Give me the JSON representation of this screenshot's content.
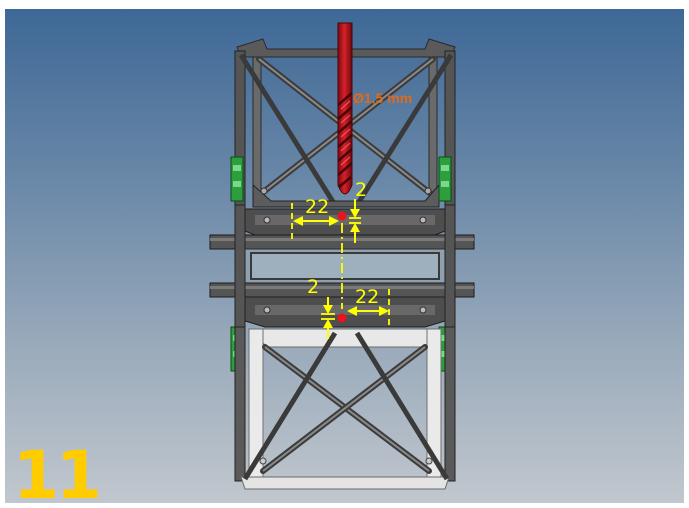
{
  "step": {
    "number": "11"
  },
  "drill": {
    "label": "Ø1,5 mm"
  },
  "dimensions": {
    "upper_horizontal": "22",
    "upper_vertical": "2",
    "lower_horizontal": "22",
    "lower_vertical": "2"
  },
  "colors": {
    "background_top": "#3e6896",
    "background_bottom": "#c1c7ce",
    "dimension": "#ffff00",
    "drill_bit": "#c8141e",
    "drill_label": "#e06a1b",
    "step_number": "#ffcc00",
    "marker": "#e8141e"
  }
}
